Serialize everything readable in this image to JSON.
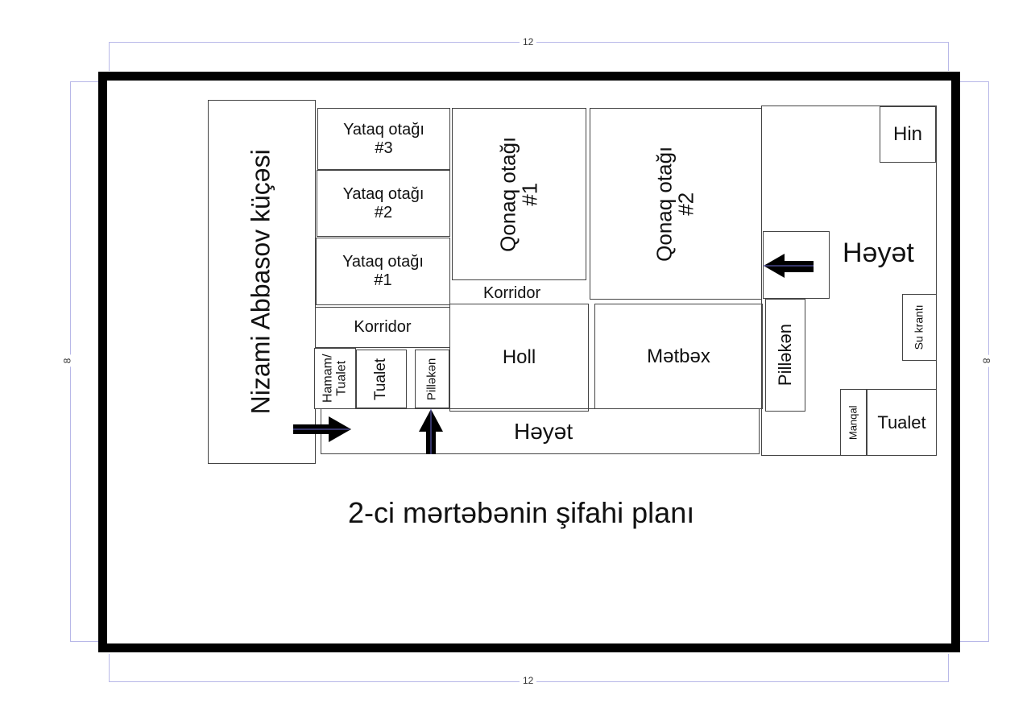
{
  "dimensions": {
    "top": "12",
    "bottom": "12",
    "left": "8",
    "right": "8"
  },
  "plan": {
    "title": "2-ci mərtəbənin şifahi planı",
    "street": "Nizami Abbasov küçəsi",
    "rooms": {
      "bedroom3": "Yataq otağı\n#3",
      "bedroom2": "Yataq otağı\n#2",
      "bedroom1": "Yataq otağı\n#1",
      "living1": "Qonaq otağı\n#1",
      "living2": "Qonaq otağı\n#2",
      "corridor_top": "Korridor",
      "corridor_left": "Korridor",
      "bath_toilet": "Hamam/\nTualet",
      "toilet": "Tualet",
      "stairs_small": "Pilləkən",
      "hall": "Holl",
      "kitchen": "Mətbəx",
      "stairs_right": "Pilləkən",
      "yard_bottom": "Həyət",
      "yard_right": "Həyət",
      "coop": "Hin",
      "tap": "Su krantı",
      "grill": "Manqal",
      "toilet_yard": "Tualet"
    },
    "arrows": [
      "arrow-right-icon",
      "arrow-up-icon",
      "arrow-left-icon"
    ]
  }
}
